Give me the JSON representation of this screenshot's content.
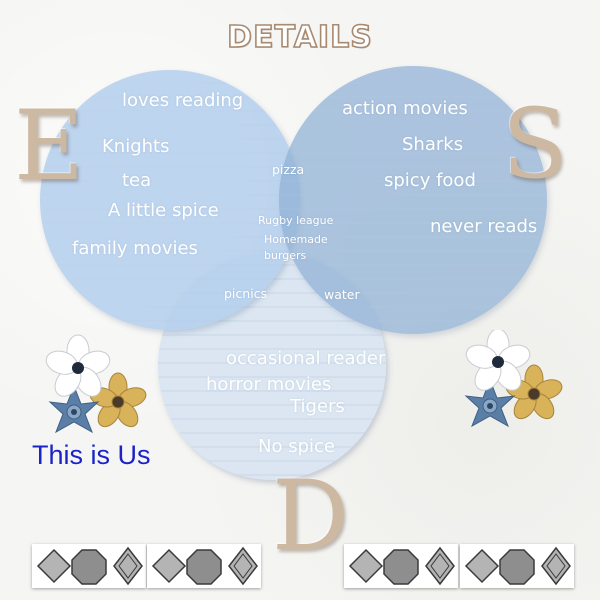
{
  "title": "DETAILS",
  "letters": {
    "left": "E",
    "right": "S",
    "bottom": "D"
  },
  "caption": "This is Us",
  "circle_e": {
    "items": [
      "loves reading",
      "Knights",
      "tea",
      "A little spice",
      "family movies"
    ]
  },
  "circle_s": {
    "items": [
      "action movies",
      "Sharks",
      "spicy food",
      "never reads"
    ]
  },
  "circle_d": {
    "items": [
      "occasional reader",
      "horror movies",
      "Tigers",
      "No spice"
    ]
  },
  "overlap_es": {
    "items": [
      "pizza",
      "Rugby league",
      "Homemade",
      "burgers"
    ]
  },
  "overlap_ed": {
    "items": [
      "picnics"
    ]
  },
  "overlap_sd": {
    "items": [
      "water"
    ]
  },
  "colors": {
    "circle_e": "#b4cfee",
    "circle_s": "#8fb1d6",
    "circle_d": "#dbe6f2",
    "letter": "#cdb8a2",
    "caption": "#1a22c8",
    "title_outline": "#a88a70"
  }
}
